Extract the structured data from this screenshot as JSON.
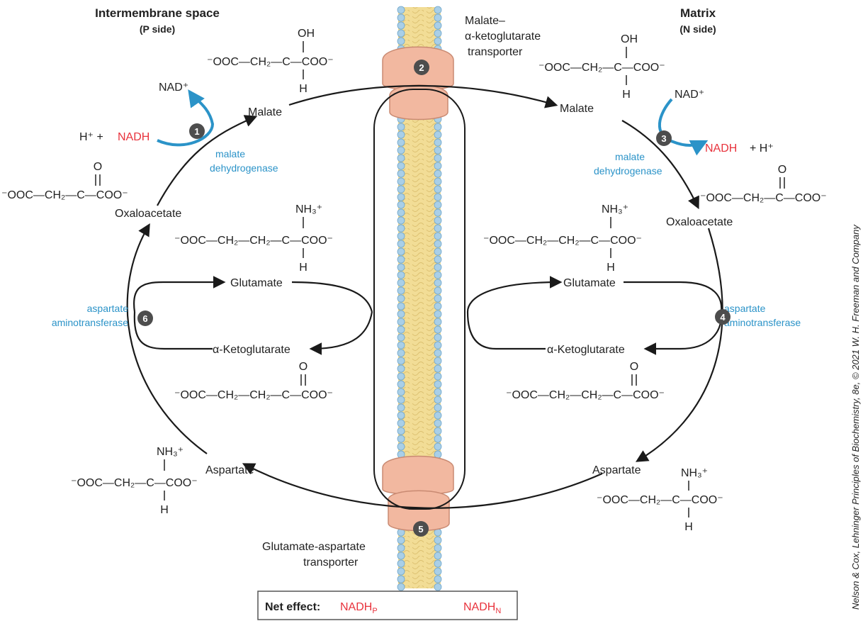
{
  "headers": {
    "left_title": "Intermembrane space",
    "left_sub": "(P side)",
    "right_title": "Matrix",
    "right_sub": "(N side)"
  },
  "compounds": {
    "malate": "Malate",
    "oxaloacetate": "Oxaloacetate",
    "glutamate": "Glutamate",
    "alpha_kg": "α-Ketoglutarate",
    "aspartate": "Aspartate"
  },
  "formulas": {
    "malate_top": "OH",
    "malate_main": "⁻OOC—CH₂—C—COO⁻",
    "malate_bottom": "H",
    "oxalo_top": "O",
    "oxalo_main": "⁻OOC—CH₂—C—COO⁻",
    "glu_top": "NH₃⁺",
    "glu_main": "⁻OOC—CH₂—CH₂—C—COO⁻",
    "glu_bottom": "H",
    "akg_top": "O",
    "akg_main": "⁻OOC—CH₂—CH₂—C—COO⁻",
    "asp_top": "NH₃⁺",
    "asp_main": "⁻OOC—CH₂—C—COO⁻",
    "asp_bottom": "H"
  },
  "cofactors": {
    "nad": "NAD⁺",
    "nadh": "NADH",
    "hplus_left": "H⁺ +",
    "hplus_right": "+ H⁺"
  },
  "enzymes": {
    "mdh_line1": "malate",
    "mdh_line2": "dehydrogenase",
    "ast_line1": "aspartate",
    "ast_line2": "aminotransferase"
  },
  "transporters": {
    "top_line1": "Malate–",
    "top_line2": "α-ketoglutarate",
    "top_line3": "transporter",
    "bottom_line1": "Glutamate-aspartate",
    "bottom_line2": "transporter"
  },
  "steps": [
    "1",
    "2",
    "3",
    "4",
    "5",
    "6"
  ],
  "net_effect": {
    "label": "Net effect:",
    "from": "NADH",
    "from_sub": "P",
    "to": "NADH",
    "to_sub": "N"
  },
  "credit": "Nelson & Cox, Lehninger Principles of Biochemistry, 8e, © 2021 W. H. Freeman and Company",
  "colors": {
    "enzyme_blue": "#2b93c8",
    "nadh_red": "#e8323c",
    "membrane_yellow": "#f2dd96",
    "lipid_head_blue": "#a9cfe8",
    "transporter_pink": "#f2b8a0",
    "badge_gray": "#4d4d4d"
  }
}
